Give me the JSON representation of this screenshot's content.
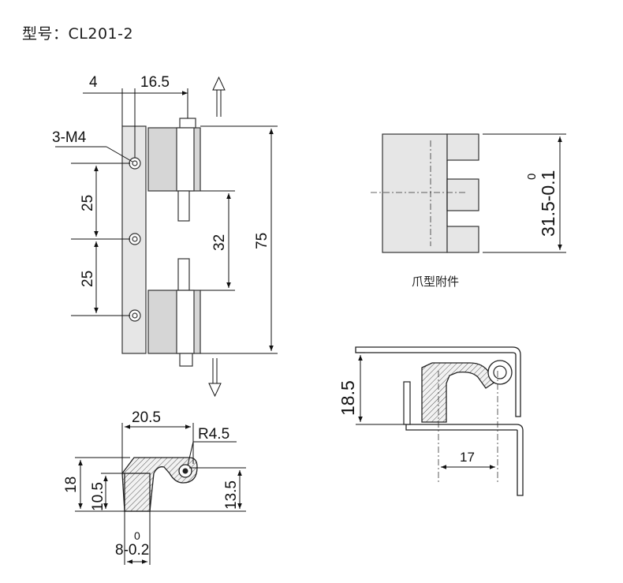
{
  "header": {
    "model_label": "型号：CL201-2"
  },
  "front_view": {
    "dims": {
      "left_width": "4",
      "pin_width": "16.5",
      "holes": "3-M4",
      "spacing_top": "25",
      "spacing_bottom": "25",
      "pin_gap": "32",
      "total_height": "75"
    }
  },
  "claw_view": {
    "caption": "爪型附件",
    "dim_height_main": "31.5-0.1",
    "dim_tol_upper": "0"
  },
  "side_view": {
    "dims": {
      "width": "20.5",
      "radius": "R4.5",
      "height_total": "18",
      "height_inner": "10.5",
      "height_right": "13.5",
      "thickness_main": "8-0.2",
      "thickness_tol_upper": "0"
    }
  },
  "assembly_view": {
    "dims": {
      "height": "18.5",
      "offset": "17"
    }
  }
}
